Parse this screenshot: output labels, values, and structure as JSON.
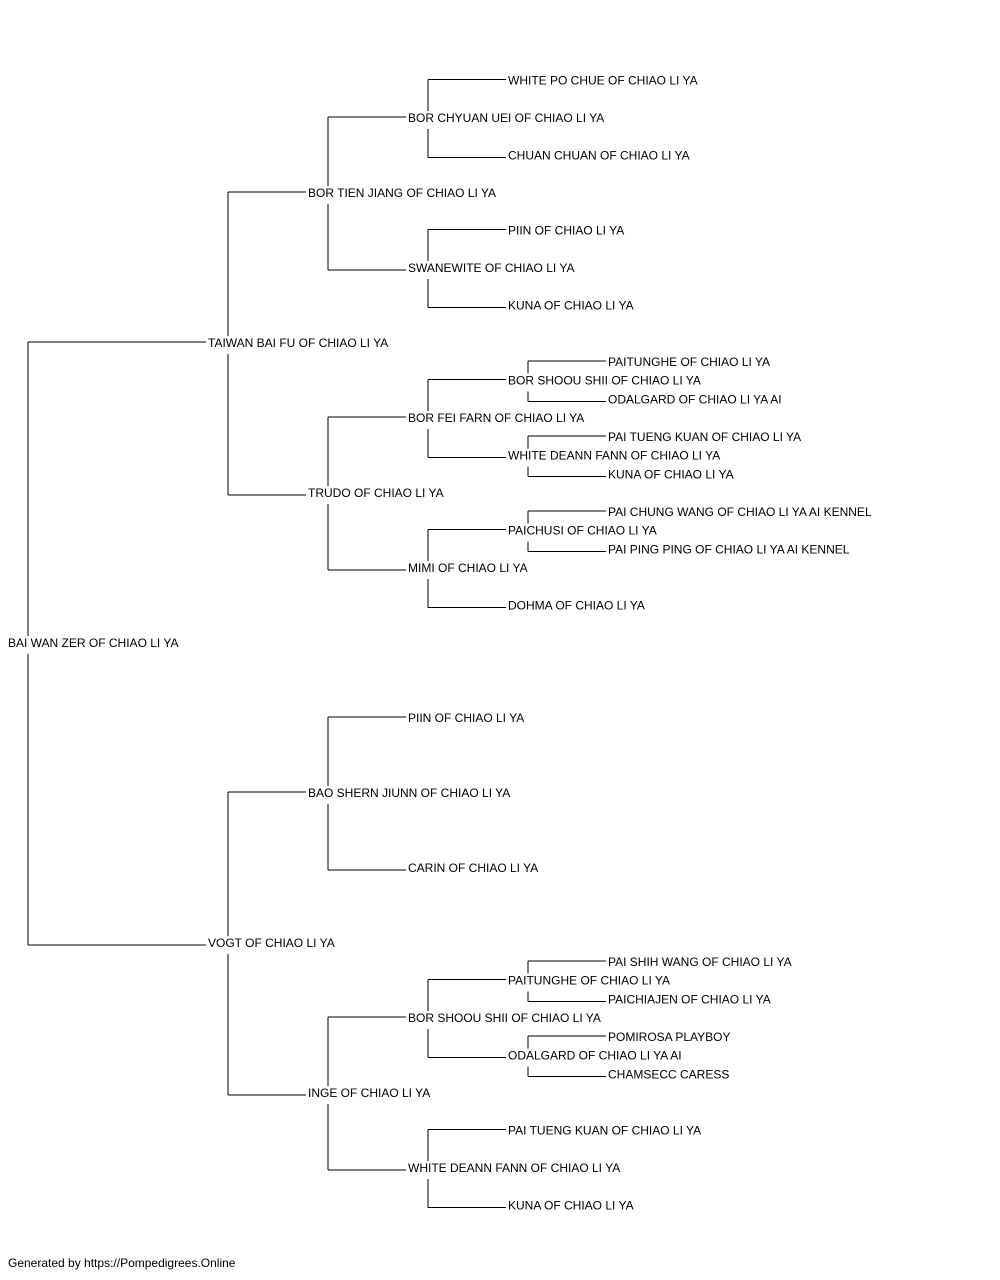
{
  "pedigree": {
    "name": "BAI WAN ZER OF CHIAO LI YA",
    "sire": {
      "name": "TAIWAN BAI FU OF CHIAO LI YA",
      "sire": {
        "name": "BOR TIEN JIANG OF CHIAO LI YA",
        "sire": {
          "name": "BOR CHYUAN UEI OF CHIAO LI YA",
          "sire": {
            "name": "WHITE PO CHUE OF CHIAO LI YA"
          },
          "dam": {
            "name": "CHUAN CHUAN OF CHIAO LI YA"
          }
        },
        "dam": {
          "name": "SWANEWITE OF CHIAO LI YA",
          "sire": {
            "name": "PIIN OF CHIAO LI YA"
          },
          "dam": {
            "name": "KUNA OF CHIAO LI YA"
          }
        }
      },
      "dam": {
        "name": "TRUDO OF CHIAO LI YA",
        "sire": {
          "name": "BOR FEI FARN OF CHIAO LI YA",
          "sire": {
            "name": "BOR SHOOU SHII OF CHIAO LI YA",
            "sire": {
              "name": "PAITUNGHE OF CHIAO LI YA"
            },
            "dam": {
              "name": "ODALGARD OF CHIAO LI YA AI"
            }
          },
          "dam": {
            "name": "WHITE DEANN FANN OF CHIAO LI YA",
            "sire": {
              "name": "PAI TUENG KUAN OF CHIAO LI YA"
            },
            "dam": {
              "name": "KUNA OF CHIAO LI YA"
            }
          }
        },
        "dam": {
          "name": "MIMI OF CHIAO LI YA",
          "sire": {
            "name": "PAICHUSI OF CHIAO LI YA",
            "sire": {
              "name": "PAI CHUNG WANG OF CHIAO LI YA AI KENNEL"
            },
            "dam": {
              "name": "PAI PING PING OF CHIAO LI YA AI KENNEL"
            }
          },
          "dam": {
            "name": "DOHMA OF CHIAO LI YA"
          }
        }
      }
    },
    "dam": {
      "name": "VOGT OF CHIAO LI YA",
      "sire": {
        "name": "BAO SHERN JIUNN OF CHIAO LI YA",
        "sire": {
          "name": "PIIN OF CHIAO LI YA"
        },
        "dam": {
          "name": "CARIN OF CHIAO LI YA"
        }
      },
      "dam": {
        "name": "INGE OF CHIAO LI YA",
        "sire": {
          "name": "BOR SHOOU SHII OF CHIAO LI YA",
          "sire": {
            "name": "PAITUNGHE OF CHIAO LI YA",
            "sire": {
              "name": "PAI SHIH WANG OF CHIAO LI YA"
            },
            "dam": {
              "name": "PAICHIAJEN OF CHIAO LI YA"
            }
          },
          "dam": {
            "name": "ODALGARD OF CHIAO LI YA AI",
            "sire": {
              "name": "POMIROSA PLAYBOY"
            },
            "dam": {
              "name": "CHAMSECC CARESS"
            }
          }
        },
        "dam": {
          "name": "WHITE DEANN FANN OF CHIAO LI YA",
          "sire": {
            "name": "PAI TUENG KUAN OF CHIAO LI YA"
          },
          "dam": {
            "name": "KUNA OF CHIAO LI YA"
          }
        }
      }
    }
  },
  "footer": "Generated by https://Pompedigrees.Online"
}
